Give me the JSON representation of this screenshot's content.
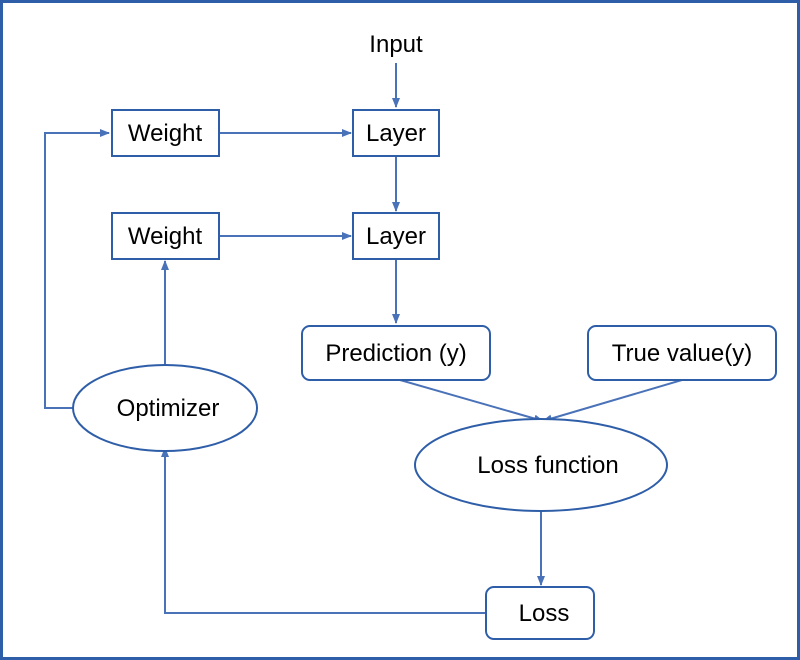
{
  "colors": {
    "frame": "#2f5ea8",
    "node_border": "#2f5ea8",
    "edge": "#4a72b8",
    "text": "#000000",
    "background": "#ffffff"
  },
  "diagram": {
    "nodes": {
      "input": "Input",
      "layer_1": "Layer",
      "layer_2": "Layer",
      "weight_1": "Weight",
      "weight_2": "Weight",
      "prediction": "Prediction (y)",
      "true_value": "True value(y)",
      "loss_function": "Loss function",
      "optimizer": "Optimizer",
      "loss": "Loss"
    }
  }
}
